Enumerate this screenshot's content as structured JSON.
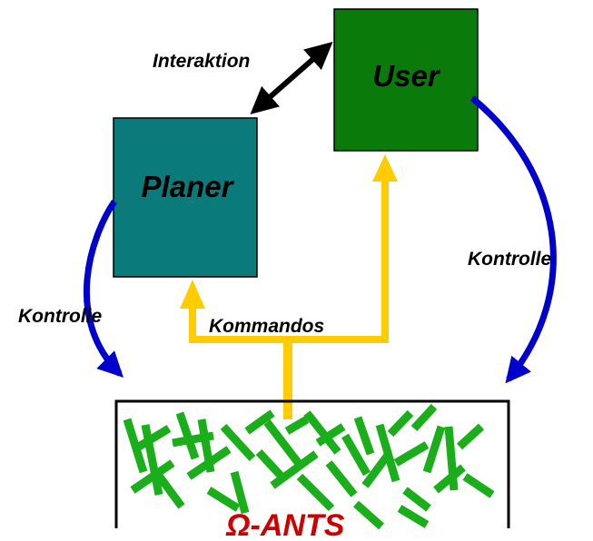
{
  "nodes": {
    "user": {
      "label": "User",
      "color": "#0a7a0a"
    },
    "planer": {
      "label": "Planer",
      "color": "#0a7a7a"
    },
    "ants": {
      "label": "Ω-ANTS",
      "label_color": "#cc0000",
      "stick_color": "#1aae1a"
    }
  },
  "edges": {
    "interaktion": {
      "label": "Interaktion",
      "color": "#000000"
    },
    "kommandos": {
      "label": "Kommandos",
      "color": "#ffcc00"
    },
    "kontrolle_left": {
      "label": "Kontrolle",
      "color": "#0000cc"
    },
    "kontrolle_right": {
      "label": "Kontrolle",
      "color": "#0000cc"
    }
  }
}
